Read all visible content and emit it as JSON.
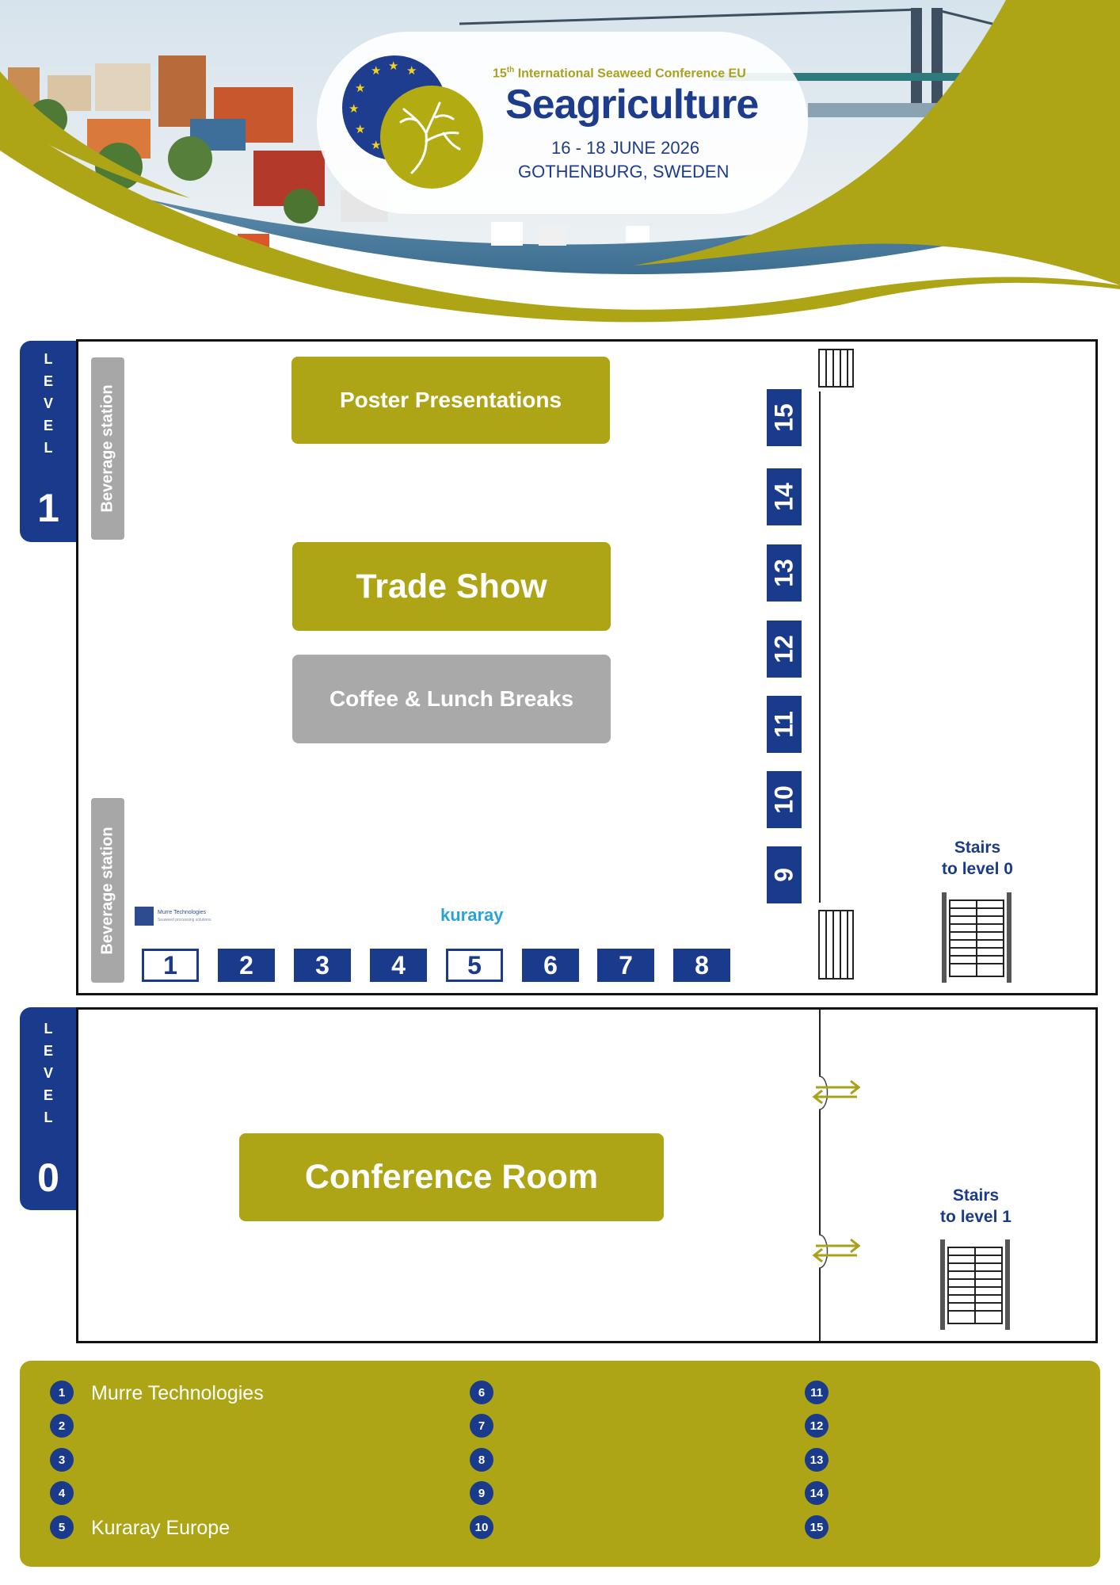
{
  "header": {
    "subtitle_ordinal": "15",
    "subtitle_suffix": "th",
    "subtitle_rest": " International Seaweed Conference EU",
    "conference_name": "Seagriculture",
    "dates": "16 - 18 JUNE 2026",
    "location": "GOTHENBURG, SWEDEN"
  },
  "level1": {
    "tab_letters": [
      "L",
      "E",
      "V",
      "E",
      "L"
    ],
    "tab_number": "1",
    "beverage_top": "Beverage station",
    "beverage_bottom": "Beverage station",
    "poster": "Poster Presentations",
    "trade_show": "Trade Show",
    "coffee": "Coffee & Lunch Breaks",
    "stairs_line1": "Stairs",
    "stairs_line2": "to level 0",
    "sponsor_murre_name": "Murre Technologies",
    "sponsor_murre_tagline": "Seaweed processing solutions",
    "sponsor_kuraray": "kuraray",
    "bottom_booths": [
      "1",
      "2",
      "3",
      "4",
      "5",
      "6",
      "7",
      "8"
    ],
    "side_booths": [
      "15",
      "14",
      "13",
      "12",
      "11",
      "10",
      "9"
    ]
  },
  "level0": {
    "tab_letters": [
      "L",
      "E",
      "V",
      "E",
      "L"
    ],
    "tab_number": "0",
    "conference_room": "Conference Room",
    "stairs_line1": "Stairs",
    "stairs_line2": "to level 1"
  },
  "legend": {
    "col1": [
      {
        "num": "1",
        "name": "Murre Technologies"
      },
      {
        "num": "2",
        "name": ""
      },
      {
        "num": "3",
        "name": ""
      },
      {
        "num": "4",
        "name": ""
      },
      {
        "num": "5",
        "name": "Kuraray Europe"
      }
    ],
    "col2": [
      {
        "num": "6",
        "name": ""
      },
      {
        "num": "7",
        "name": ""
      },
      {
        "num": "8",
        "name": ""
      },
      {
        "num": "9",
        "name": ""
      },
      {
        "num": "10",
        "name": ""
      }
    ],
    "col3": [
      {
        "num": "11",
        "name": ""
      },
      {
        "num": "12",
        "name": ""
      },
      {
        "num": "13",
        "name": ""
      },
      {
        "num": "14",
        "name": ""
      },
      {
        "num": "15",
        "name": ""
      }
    ]
  },
  "colors": {
    "brand_blue": "#1a3b8c",
    "olive": "#ada516",
    "grey_area": "#a9a9a9"
  }
}
